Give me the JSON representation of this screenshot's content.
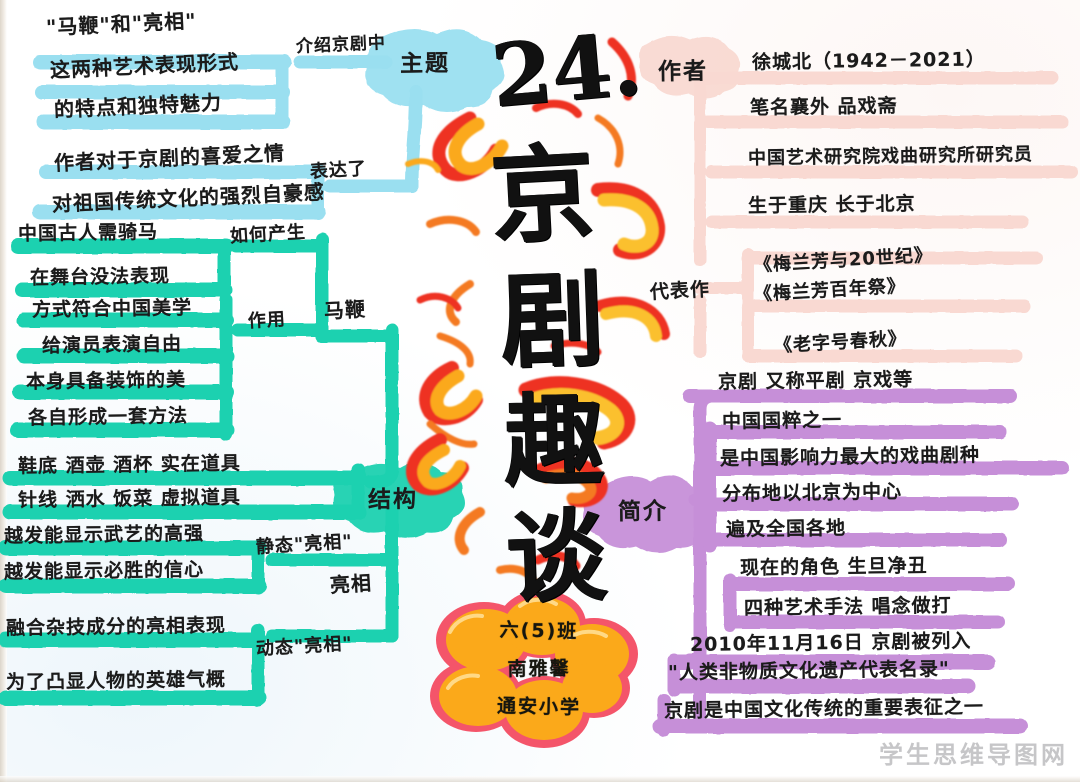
{
  "title": {
    "text": "24.京剧趣谈",
    "chars": [
      "24.",
      "京",
      "剧",
      "趣",
      "谈"
    ]
  },
  "watermark": {
    "text": "学生思维导图网"
  },
  "stamp": {
    "lines": [
      "六(5)班",
      "南雅馨",
      "通安小学"
    ]
  },
  "colors": {
    "blue": "#9ADFF0",
    "green": "#1FD1B0",
    "pink": "#F9D9D2",
    "purple": "#C68FD8",
    "orange": "#FBA91A",
    "red": "#EE3124",
    "ink": "#1B1B1B"
  },
  "branches": [
    {
      "id": "theme",
      "node": "主题",
      "color": "#9ADFF0",
      "groups": [
        {
          "label": "介绍京剧中",
          "items": [
            "\"马鞭\"和\"亮相\"",
            "这两种艺术表现形式",
            "的特点和独特魅力"
          ]
        },
        {
          "label": "表达了",
          "items": [
            "作者对于京剧的喜爱之情",
            "对祖国传统文化的强烈自豪感"
          ]
        }
      ]
    },
    {
      "id": "author",
      "node": "作者",
      "color": "#F9D9D2",
      "groups": [
        {
          "label": "",
          "items": [
            "徐城北（1942－2021）",
            "笔名襄外  品戏斋",
            "中国艺术研究院戏曲研究所研究员",
            "生于重庆  长于北京"
          ]
        },
        {
          "label": "代表作",
          "items": [
            "《梅兰芳与20世纪》",
            "《梅兰芳百年祭》",
            "《老字号春秋》"
          ]
        }
      ]
    },
    {
      "id": "structure",
      "node": "结构",
      "color": "#1FD1B0",
      "groups": [
        {
          "label": "马鞭",
          "sublabels": [
            "如何产生",
            "作用"
          ],
          "items": [
            "中国古人需骑马",
            "在舞台没法表现",
            "方式符合中国美学",
            "给演员表演自由",
            "本身具备装饰的美",
            "各自形成一套方法"
          ]
        },
        {
          "label": "",
          "sublabels": [],
          "items": [
            "鞋底 酒壶 酒杯 实在道具",
            "针线 洒水 饭菜 虚拟道具"
          ]
        },
        {
          "label": "亮相",
          "sublabels": [
            "静态\"亮相\"",
            "动态\"亮相\""
          ],
          "items": [
            "越发能显示武艺的高强",
            "越发能显示必胜的信心",
            "融合杂技成分的亮相表现",
            "为了凸显人物的英雄气概"
          ]
        }
      ]
    },
    {
      "id": "intro",
      "node": "简介",
      "color": "#C68FD8",
      "groups": [
        {
          "label": "",
          "items": [
            "京剧 又称平剧 京戏等",
            "中国国粹之一",
            "是中国影响力最大的戏曲剧种",
            "分布地以北京为中心",
            "遍及全国各地",
            "现在的角色 生旦净丑",
            "四种艺术手法 唱念做打",
            "2010年11月16日 京剧被列入",
            "\"人类非物质文化遗产代表名录\"",
            "京剧是中国文化传统的重要表征之一"
          ]
        }
      ]
    }
  ]
}
